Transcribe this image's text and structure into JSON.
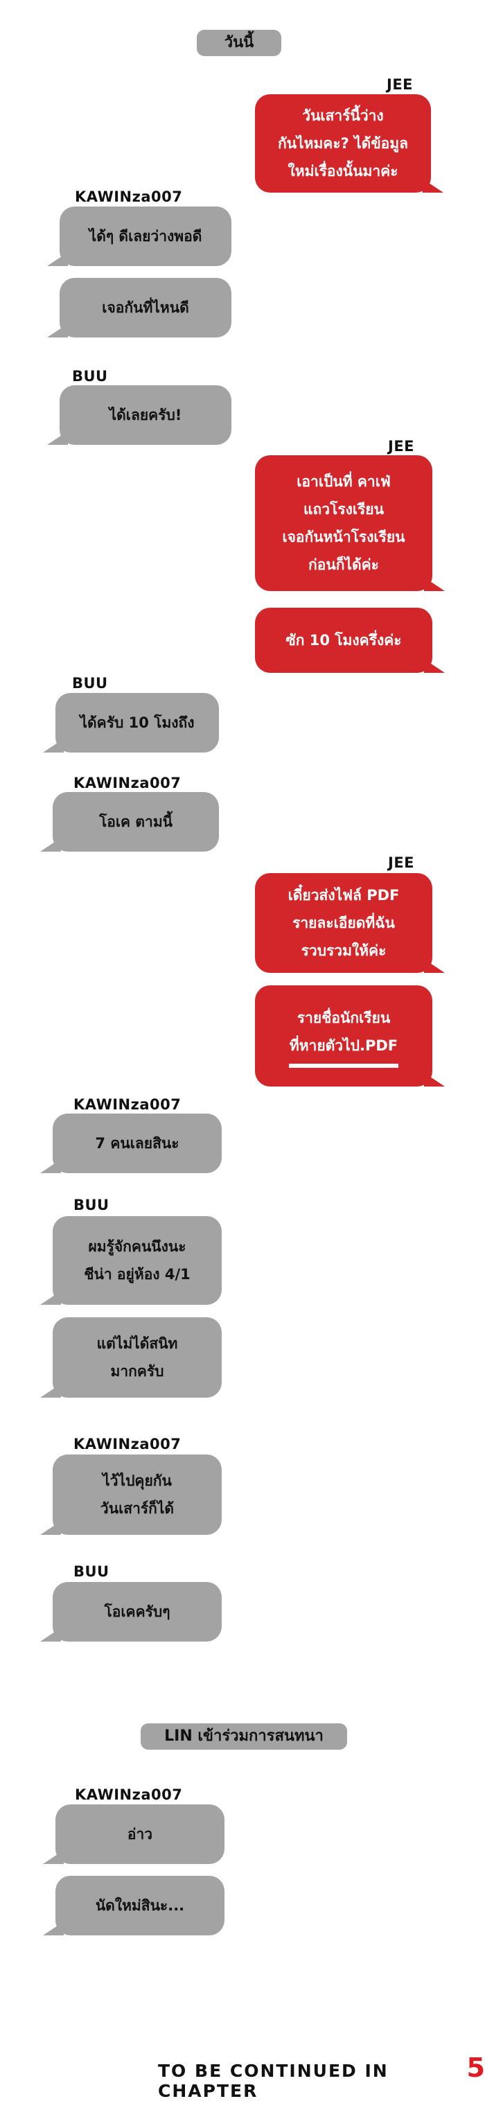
{
  "date_divider": "วันนี้",
  "system_notice": "LIN เข้าร่วมการสนทนา",
  "messages": [
    {
      "sender": "JEE",
      "lines": [
        "วันเสาร์นี้ว่าง",
        "กันไหมคะ? ได้ข้อมูล",
        "ใหม่เรื่องนั้นมาค่ะ"
      ]
    },
    {
      "sender": "KAWINza007",
      "lines": [
        "ได้ๆ ดีเลยว่างพอดี"
      ]
    },
    {
      "lines": [
        "เจอกันที่ไหนดี"
      ]
    },
    {
      "sender": "BUU",
      "lines": [
        "ได้เลยครับ!"
      ]
    },
    {
      "sender": "JEE",
      "lines": [
        "เอาเป็นที่ คาเฟ่",
        "แถวโรงเรียน",
        "เจอกันหน้าโรงเรียน",
        "ก่อนก็ได้ค่ะ"
      ]
    },
    {
      "lines": [
        "ซัก 10 โมงครึ่งค่ะ"
      ]
    },
    {
      "sender": "BUU",
      "lines": [
        "ได้ครับ 10 โมงถึง"
      ]
    },
    {
      "sender": "KAWINza007",
      "lines": [
        "โอเค ตามนี้"
      ]
    },
    {
      "sender": "JEE",
      "lines": [
        "เดี๋ยวส่งไฟล์ PDF",
        "รายละเอียดที่ฉัน",
        "รวบรวมให้ค่ะ"
      ]
    },
    {
      "lines": [
        "รายชื่อนักเรียน",
        "ที่หายตัวไป.PDF"
      ]
    },
    {
      "sender": "KAWINza007",
      "lines": [
        "7 คนเลยสินะ"
      ]
    },
    {
      "sender": "BUU",
      "lines": [
        "ผมรู้จักคนนึงนะ",
        "ชีน่า อยู่ห้อง 4/1"
      ]
    },
    {
      "lines": [
        "แต่ไม่ได้สนิท",
        "มากครับ"
      ]
    },
    {
      "sender": "KAWINza007",
      "lines": [
        "ไว้ไปคุยกัน",
        "วันเสาร์ก็ได้"
      ]
    },
    {
      "sender": "BUU",
      "lines": [
        "โอเคครับๆ"
      ]
    },
    {
      "sender": "KAWINza007",
      "lines": [
        "อ่าว"
      ]
    },
    {
      "lines": [
        "นัดใหม่สินะ..."
      ]
    }
  ],
  "footer": {
    "text": "TO BE CONTINUED IN CHAPTER",
    "chapter": "5"
  },
  "colors": {
    "grey_bubble": "#a3a3a3",
    "red_bubble": "#d3262a",
    "chapter_accent": "#e11b22"
  }
}
